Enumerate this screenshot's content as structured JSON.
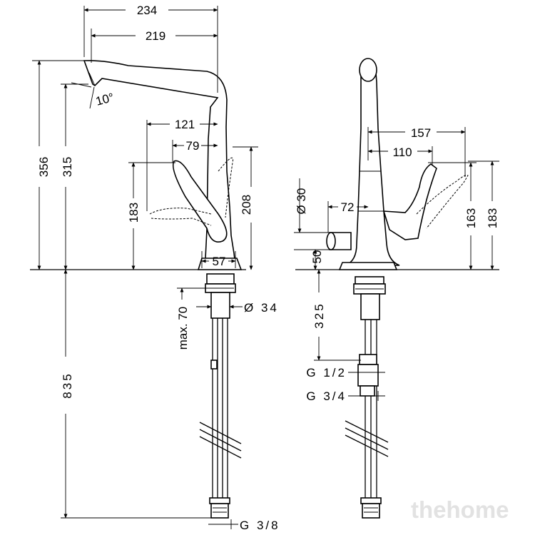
{
  "side_view": {
    "dims": {
      "d234": "234",
      "d219": "219",
      "d10deg": "10°",
      "d121": "121",
      "d79": "79",
      "d356": "356",
      "d315": "315",
      "d183": "183",
      "d208": "208",
      "d57": "57",
      "dmax70": "max. 70",
      "dia34": "Ø 34",
      "d835": "835",
      "g38": "G 3/8"
    }
  },
  "front_view": {
    "dims": {
      "d157": "157",
      "d110": "110",
      "dia30": "Ø 30",
      "d72": "72",
      "d50": "50",
      "d163": "163",
      "d183": "183",
      "d325": "325",
      "g12": "G 1/2",
      "g34": "G 3/4"
    }
  },
  "watermark": "thehome"
}
